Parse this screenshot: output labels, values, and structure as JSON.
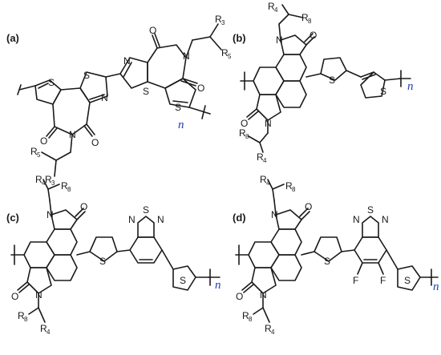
{
  "colors": {
    "ink": "#1a1a1a",
    "repeat_subscript": "#1f3fb0",
    "background": "#ffffff"
  },
  "panels": {
    "a": {
      "label": "(a)",
      "repeat": "n",
      "atoms": {
        "S": "S",
        "N": "N",
        "O": "O",
        "R3": "R",
        "R3_sub": "3",
        "R5": "R",
        "R5_sub": "5"
      }
    },
    "b": {
      "label": "(b)",
      "repeat": "n",
      "atoms": {
        "S": "S",
        "N": "N",
        "O": "O",
        "R4": "R",
        "R4_sub": "4",
        "R8": "R",
        "R8_sub": "8"
      }
    },
    "c": {
      "label": "(c)",
      "repeat": "n",
      "atoms": {
        "S": "S",
        "N": "N",
        "O": "O",
        "R4": "R",
        "R4_sub": "4",
        "R8": "R",
        "R8_sub": "8"
      }
    },
    "d": {
      "label": "(d)",
      "repeat": "n",
      "atoms": {
        "S": "S",
        "N": "N",
        "O": "O",
        "F": "F",
        "R4": "R",
        "R4_sub": "4",
        "R8": "R",
        "R8_sub": "8"
      }
    }
  }
}
